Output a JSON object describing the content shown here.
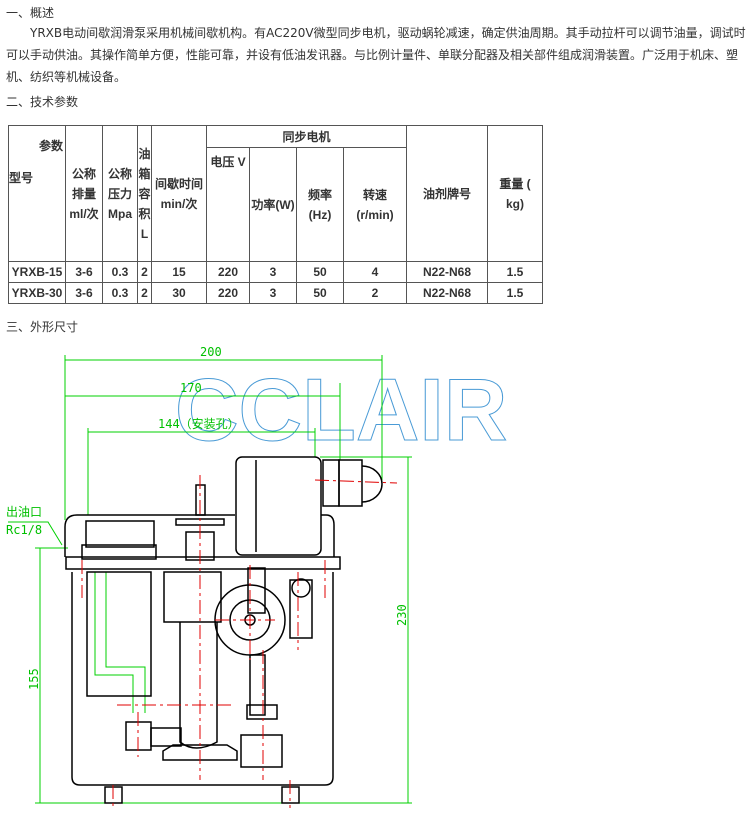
{
  "section1": {
    "title": "一、概述",
    "text": "YRXB电动间歇润滑泵采用机械间歇机构。有AC220V微型同步电机，驱动蜗轮减速，确定供油周期。其手动拉杆可以调节油量，调试时可以手动供油。其操作简单方便，性能可靠，并设有低油发讯器。与比例计量件、单联分配器及相关部件组成润滑装置。广泛用于机床、塑机、纺织等机械设备。"
  },
  "section2": {
    "title": "二、技术参数"
  },
  "table": {
    "corner_top": "参数",
    "corner_bottom": "型号",
    "headers": [
      "公称排量ml/次",
      "公称压力Mpa",
      "油箱容积L",
      "间歇时间 min/次"
    ],
    "motor_group": "同步电机",
    "motor_headers": [
      "电压 V",
      "功率(W)",
      "频率(Hz)",
      "转速 (r/min)"
    ],
    "tail_headers": [
      "油剂牌号",
      "重量 ( kg)"
    ],
    "rows": [
      [
        "YRXB-15",
        "3-6",
        "0.3",
        "2",
        "15",
        "220",
        "3",
        "50",
        "4",
        "N22-N68",
        "1.5"
      ],
      [
        "YRXB-30",
        "3-6",
        "0.3",
        "2",
        "30",
        "220",
        "3",
        "50",
        "2",
        "N22-N68",
        "1.5"
      ]
    ]
  },
  "section3": {
    "title": "三、外形尺寸"
  },
  "drawing": {
    "dim_200": "200",
    "dim_170": "170",
    "dim_144": "144（安装孔）",
    "outlet_label": "出油口",
    "outlet_thread": "Rc1/8",
    "dim_155": "155",
    "dim_230": "230",
    "watermark": "CCLAIR"
  }
}
